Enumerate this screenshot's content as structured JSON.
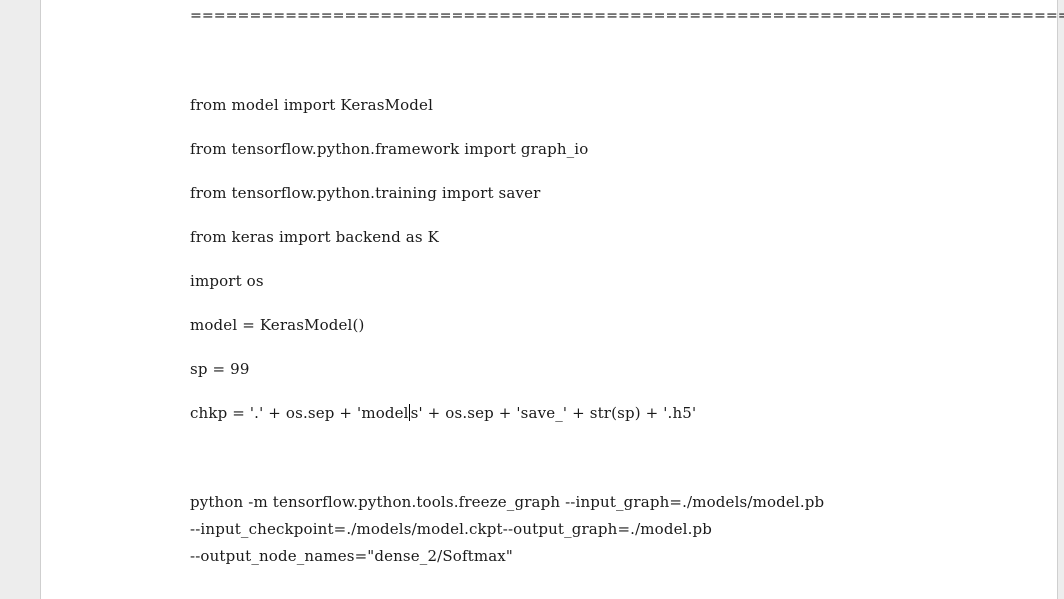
{
  "document": {
    "separator": "==============================================================================",
    "code_lines": [
      "from model import KerasModel",
      "from tensorflow.python.framework import graph_io",
      "from tensorflow.python.training import saver",
      "from keras import backend as K",
      "import os",
      "model = KerasModel()",
      "sp = 99"
    ],
    "chkp_before_caret": "chkp = '.' + os.sep + 'model",
    "chkp_after_caret": "s' + os.sep + 'save_' + str(sp) + '.h5'",
    "command_lines": [
      "python -m tensorflow.python.tools.freeze_graph --input_graph=./models/model.pb",
      "--input_checkpoint=./models/model.ckpt--output_graph=./model.pb",
      "--output_node_names=\"dense_2/Softmax\""
    ]
  }
}
